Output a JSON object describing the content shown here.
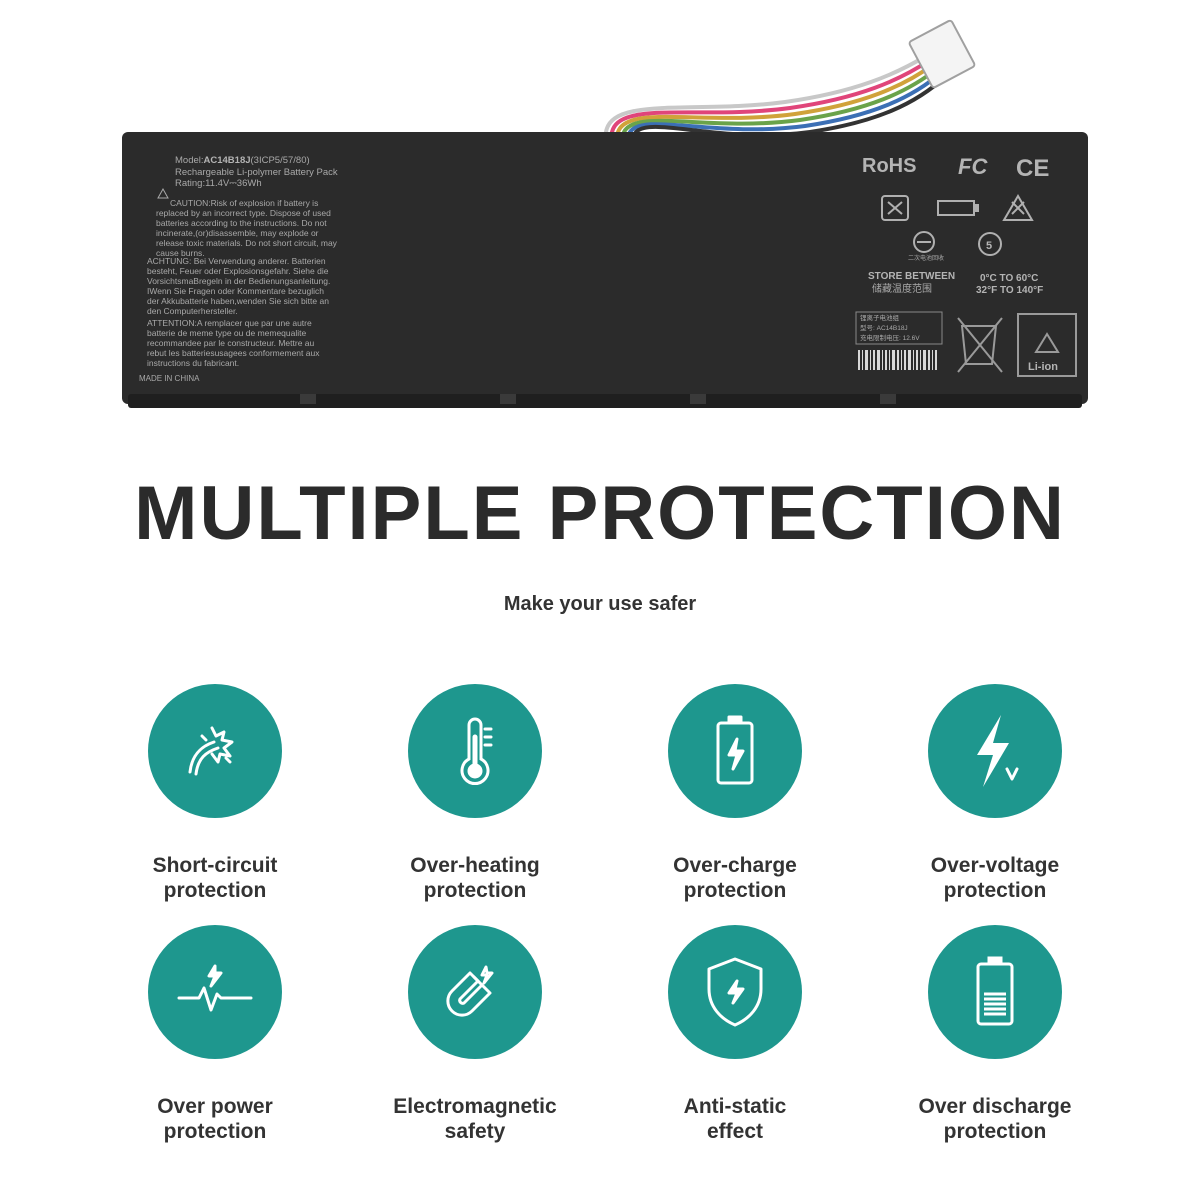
{
  "battery": {
    "model_prefix": "Model:",
    "model_code": "AC14B18J",
    "model_suffix": "(3ICP5/57/80)",
    "pack_type": "Rechargeable Li-polymer Battery Pack",
    "rating": "Rating:11.4V⎓36Wh",
    "caution_en": [
      "CAUTION:Risk of explosion if battery is",
      "replaced by an incorrect type. Dispose of used",
      "batteries according to the instructions. Do not",
      "incinerate,(or)disassemble, may explode or",
      "release toxic materials. Do not short circuit, may",
      "cause burns."
    ],
    "caution_de": [
      "ACHTUNG: Bei Verwendung anderer. Batterien",
      "besteht, Feuer oder Explosionsgefahr. Siehe die",
      "VorsichtsmaBregeln in der Bedienungsanleitung.",
      "IWenn Sie Fragen oder Kommentare bezuglich",
      "der Akkubatterie haben,wenden Sie sich bitte an",
      "den Computerhersteller."
    ],
    "caution_fr": [
      "ATTENTION:A remplacer que par une autre",
      "batterie de meme type ou de memequalite",
      "recommandee par le constructeur. Mettre au",
      "rebut les batteriesusagees conformement aux",
      "instructions du fabricant."
    ],
    "origin": "MADE IN CHINA",
    "cert_marks": [
      "RoHS",
      "FC",
      "CE"
    ],
    "store_label": "STORE BETWEEN",
    "store_label_cn": "储藏温度范围",
    "temp_c": "0°C TO 60°C",
    "temp_f": "32°F TO 140°F",
    "cn_label_line1": "锂离子电池组",
    "cn_label_line2": "型号: AC14B18J",
    "cn_label_line3": "充电限制电压: 12.6V",
    "recycle_label": "Li-ion",
    "disposal_note": "二次电池回收",
    "recycle_number": "5"
  },
  "headline": "MULTIPLE PROTECTION",
  "tagline": "Make your use safer",
  "accent_color": "#1e978e",
  "features": [
    {
      "icon": "short-circuit-icon",
      "line1": "Short-circuit",
      "line2": "protection"
    },
    {
      "icon": "thermometer-icon",
      "line1": "Over-heating",
      "line2": "protection"
    },
    {
      "icon": "battery-charge-icon",
      "line1": "Over-charge",
      "line2": "protection"
    },
    {
      "icon": "lightning-voltage-icon",
      "line1": "Over-voltage",
      "line2": "protection"
    },
    {
      "icon": "power-pulse-icon",
      "line1": "Over power",
      "line2": "protection"
    },
    {
      "icon": "magnet-icon",
      "line1": "Electromagnetic",
      "line2": "safety"
    },
    {
      "icon": "shield-icon",
      "line1": "Anti-static",
      "line2": "effect"
    },
    {
      "icon": "battery-level-icon",
      "line1": "Over discharge",
      "line2": "protection"
    }
  ]
}
